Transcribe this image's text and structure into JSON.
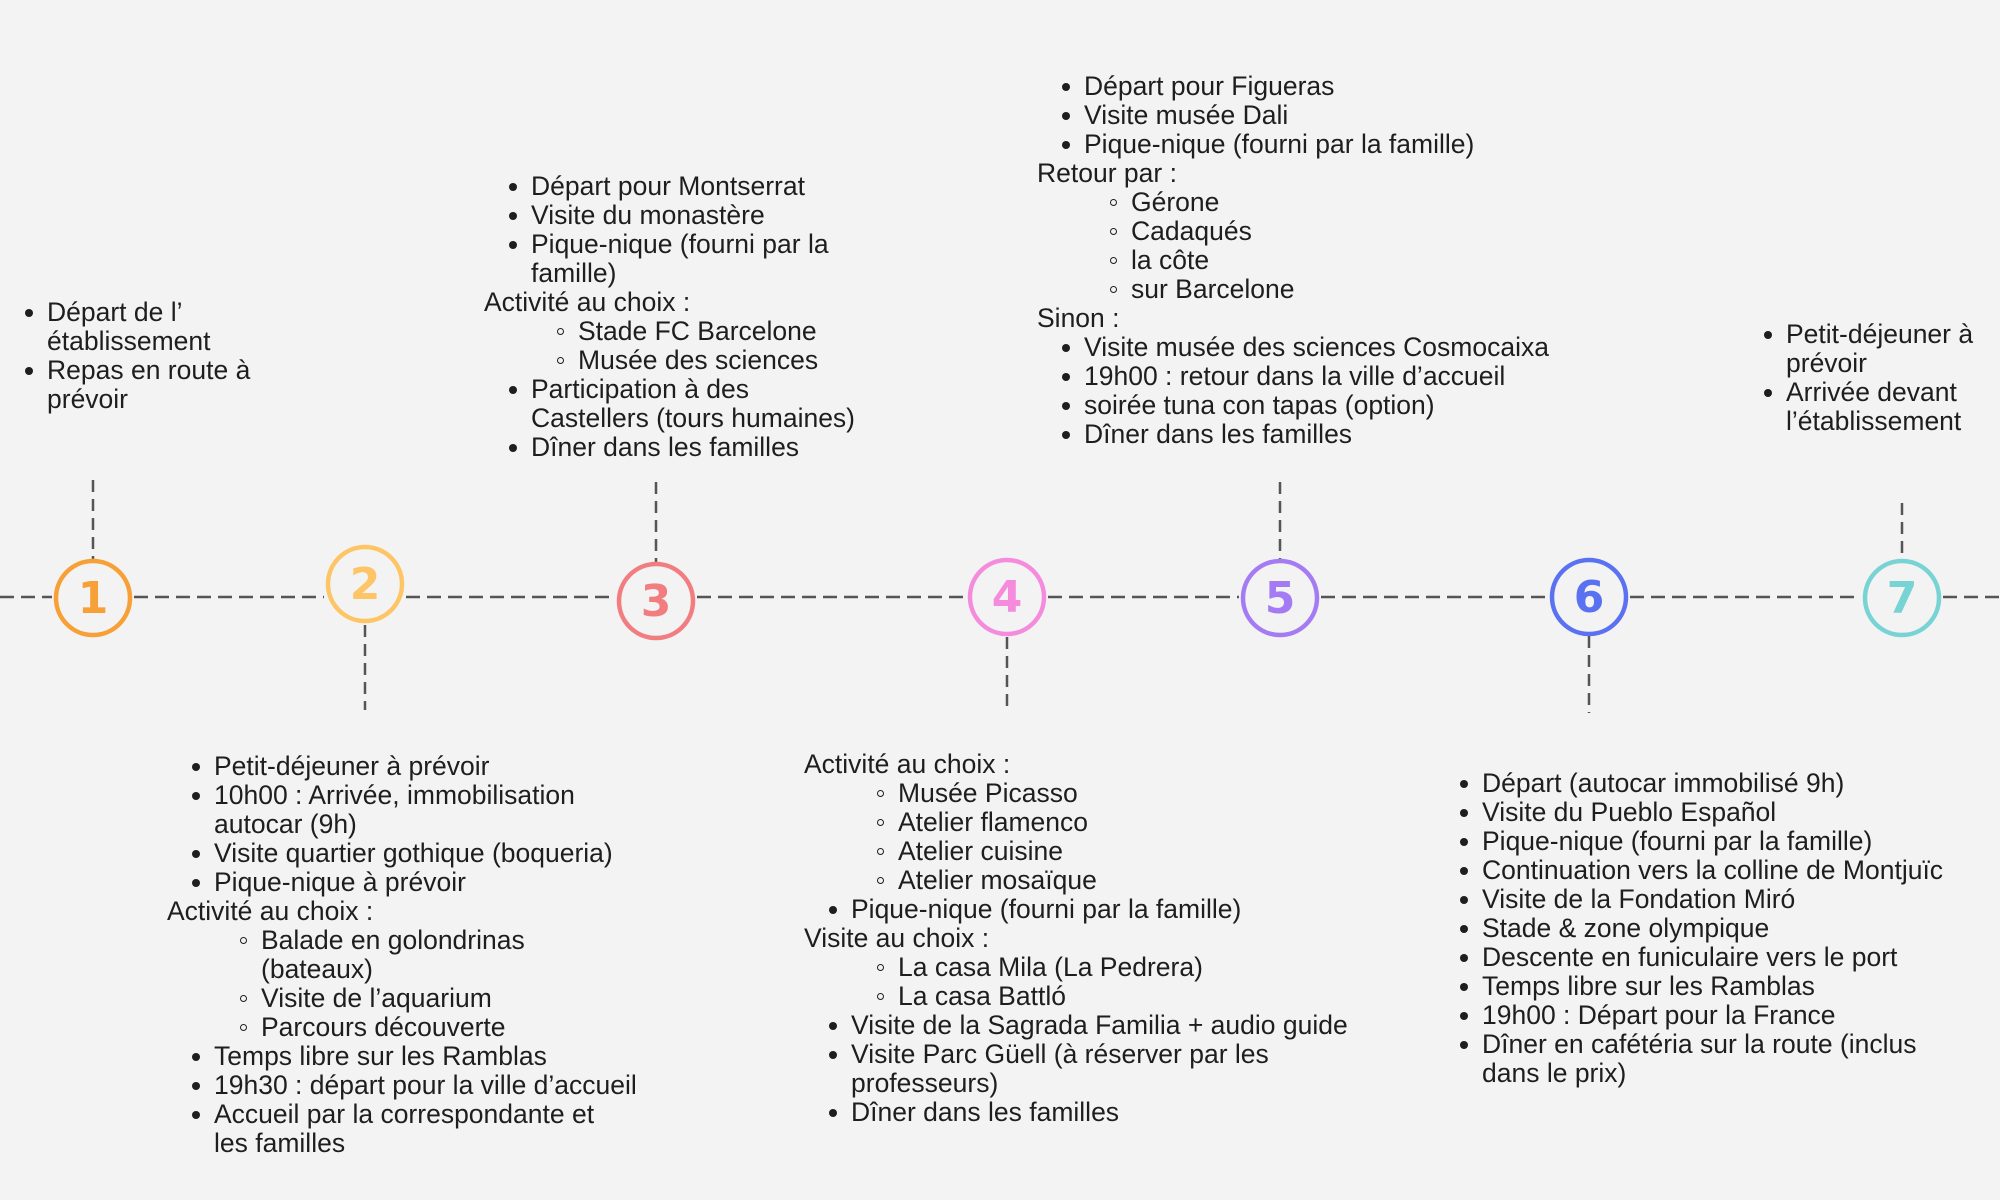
{
  "timeline": {
    "steps": [
      {
        "number": "1",
        "color": "#f7a037"
      },
      {
        "number": "2",
        "color": "#fdc566"
      },
      {
        "number": "3",
        "color": "#f27d80"
      },
      {
        "number": "4",
        "color": "#f58bdc"
      },
      {
        "number": "5",
        "color": "#a57bf4"
      },
      {
        "number": "6",
        "color": "#5a71f2"
      },
      {
        "number": "7",
        "color": "#78d3d4"
      }
    ]
  },
  "days": [
    {
      "items": [
        {
          "level": 1,
          "text": "Départ de l’"
        },
        {
          "level": 0,
          "text": "établissement",
          "cont": true
        },
        {
          "level": 1,
          "text": "Repas en route à"
        },
        {
          "level": 0,
          "text": "prévoir",
          "cont": true
        }
      ]
    },
    {
      "items": [
        {
          "level": 1,
          "text": "Petit-déjeuner à prévoir"
        },
        {
          "level": 1,
          "text": "10h00 : Arrivée, immobilisation"
        },
        {
          "level": 0,
          "text": "autocar (9h)",
          "cont": true
        },
        {
          "level": 1,
          "text": "Visite quartier gothique (boqueria)"
        },
        {
          "level": 1,
          "text": "Pique-nique à prévoir"
        },
        {
          "level": 0,
          "text": "Activité au choix :"
        },
        {
          "level": 2,
          "text": "Balade en golondrinas"
        },
        {
          "level": 0,
          "text": "(bateaux)",
          "cont": true,
          "deep": true
        },
        {
          "level": 2,
          "text": "Visite de l’aquarium"
        },
        {
          "level": 2,
          "text": "Parcours découverte"
        },
        {
          "level": 1,
          "text": "Temps libre sur les Ramblas"
        },
        {
          "level": 1,
          "text": "19h30 : départ pour la ville d’accueil"
        },
        {
          "level": 1,
          "text": "Accueil par la correspondante et"
        },
        {
          "level": 0,
          "text": "les familles",
          "cont": true
        }
      ]
    },
    {
      "items": [
        {
          "level": 1,
          "text": "Départ pour Montserrat"
        },
        {
          "level": 1,
          "text": "Visite du monastère"
        },
        {
          "level": 1,
          "text": "Pique-nique (fourni par la"
        },
        {
          "level": 0,
          "text": "famille)",
          "cont": true
        },
        {
          "level": 0,
          "text": "Activité au choix :"
        },
        {
          "level": 2,
          "text": "Stade FC Barcelone"
        },
        {
          "level": 2,
          "text": "Musée des sciences"
        },
        {
          "level": 1,
          "text": "Participation à des"
        },
        {
          "level": 0,
          "text": "Castellers (tours humaines)",
          "cont": true
        },
        {
          "level": 1,
          "text": "Dîner dans les familles"
        }
      ]
    },
    {
      "items": [
        {
          "level": 0,
          "text": "Activité au choix :"
        },
        {
          "level": 2,
          "text": "Musée Picasso"
        },
        {
          "level": 2,
          "text": "Atelier flamenco"
        },
        {
          "level": 2,
          "text": "Atelier cuisine"
        },
        {
          "level": 2,
          "text": "Atelier mosaïque"
        },
        {
          "level": 1,
          "text": "Pique-nique (fourni par la famille)"
        },
        {
          "level": 0,
          "text": "Visite au choix :"
        },
        {
          "level": 2,
          "text": "La casa Mila (La Pedrera)"
        },
        {
          "level": 2,
          "text": "La casa Battló"
        },
        {
          "level": 1,
          "text": "Visite de la Sagrada Familia + audio guide"
        },
        {
          "level": 1,
          "text": "Visite Parc Güell (à réserver par les"
        },
        {
          "level": 0,
          "text": "professeurs)",
          "cont": true
        },
        {
          "level": 1,
          "text": "Dîner dans les familles"
        }
      ]
    },
    {
      "items": [
        {
          "level": 1,
          "text": "Départ pour Figueras"
        },
        {
          "level": 1,
          "text": "Visite musée Dali"
        },
        {
          "level": 1,
          "text": "Pique-nique (fourni par la famille)"
        },
        {
          "level": 0,
          "text": "Retour par :"
        },
        {
          "level": 2,
          "text": "Gérone"
        },
        {
          "level": 2,
          "text": "Cadaqués"
        },
        {
          "level": 2,
          "text": "la côte"
        },
        {
          "level": 2,
          "text": "sur Barcelone"
        },
        {
          "level": 0,
          "text": "Sinon :"
        },
        {
          "level": 1,
          "text": "Visite musée des sciences Cosmocaixa"
        },
        {
          "level": 1,
          "text": "19h00 : retour dans la ville d’accueil"
        },
        {
          "level": 1,
          "text": "soirée tuna con tapas (option)"
        },
        {
          "level": 1,
          "text": "Dîner dans les familles"
        }
      ]
    },
    {
      "items": [
        {
          "level": 1,
          "text": "Départ (autocar immobilisé 9h)"
        },
        {
          "level": 1,
          "text": "Visite du Pueblo Español"
        },
        {
          "level": 1,
          "text": "Pique-nique (fourni par la famille)"
        },
        {
          "level": 1,
          "text": "Continuation vers la colline de Montjuïc"
        },
        {
          "level": 1,
          "text": "Visite de la Fondation Miró"
        },
        {
          "level": 1,
          "text": "Stade & zone olympique"
        },
        {
          "level": 1,
          "text": "Descente en funiculaire vers le port"
        },
        {
          "level": 1,
          "text": "Temps libre sur les Ramblas"
        },
        {
          "level": 1,
          "text": "19h00 : Départ pour la France"
        },
        {
          "level": 1,
          "text": "Dîner en cafétéria sur la route (inclus"
        },
        {
          "level": 0,
          "text": "dans le prix)",
          "cont": true
        }
      ]
    },
    {
      "items": [
        {
          "level": 1,
          "text": "Petit-déjeuner à"
        },
        {
          "level": 0,
          "text": "prévoir",
          "cont": true
        },
        {
          "level": 1,
          "text": "Arrivée devant"
        },
        {
          "level": 0,
          "text": "l’établissement",
          "cont": true
        }
      ]
    }
  ]
}
